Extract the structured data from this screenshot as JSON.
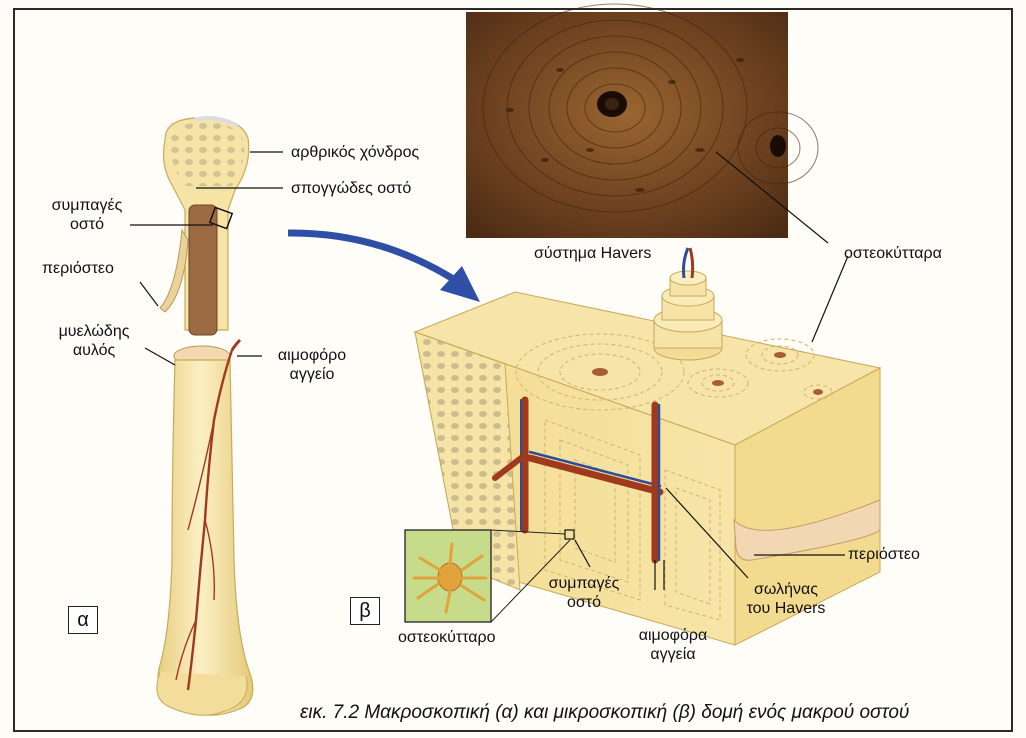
{
  "colors": {
    "bone": "#f3dc95",
    "bone_light": "#f8e9b4",
    "marrow": "#9b6a43",
    "vessel_red": "#a03a1e",
    "vessel_blue": "#2d4c9a",
    "arrow": "#2f4ea6",
    "photo": "#7a4a24",
    "cell_bg": "#c6dc8a",
    "cell": "#e3a33c"
  },
  "labels": {
    "articular_cartilage": "αρθρικός χόνδρος",
    "spongy_bone": "σπογγώδες οστό",
    "compact_bone_a": [
      "συμπαγές",
      "οστό"
    ],
    "periosteum_a": "περιόστεο",
    "marrow_cavity": [
      "μυελώδης",
      "αυλός"
    ],
    "blood_vessel": [
      "αιμοφόρο",
      "αγγείο"
    ],
    "haversian_system": "σύστημα Havers",
    "osteocytes": "οστεοκύτταρα",
    "periosteum_b": "περιόστεο",
    "haversian_canal": [
      "σωλήνας",
      "του Havers"
    ],
    "blood_vessels": [
      "αιμοφόρα",
      "αγγεία"
    ],
    "compact_bone_b": [
      "συμπαγές",
      "οστό"
    ],
    "osteocyte": "οστεοκύτταρο"
  },
  "panels": {
    "a": "α",
    "b": "β"
  },
  "caption": "εικ. 7.2 Μακροσκοπική (α) και μικροσκοπική (β) δομή ενός μακρού οστού"
}
